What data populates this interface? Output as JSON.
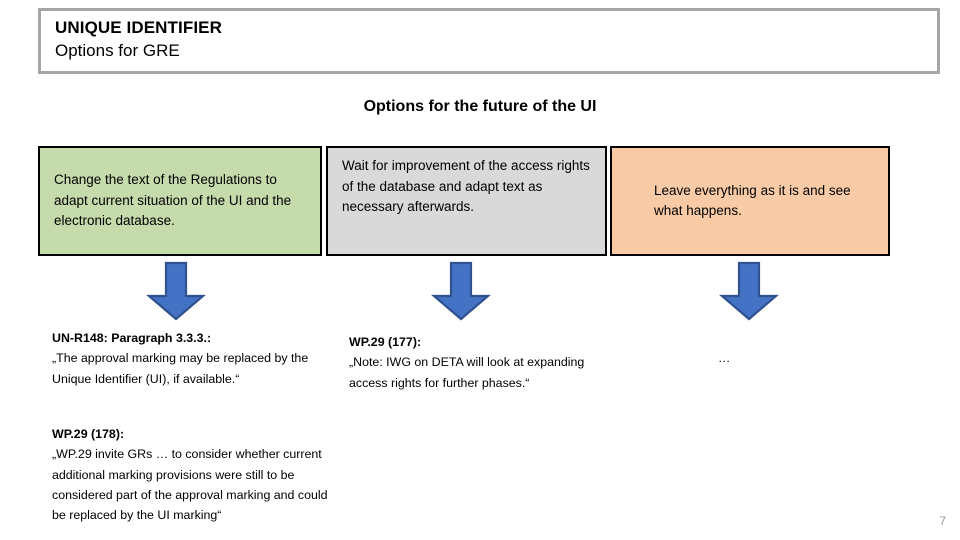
{
  "slide": {
    "page_number": "7",
    "title": {
      "line1": "UNIQUE IDENTIFIER",
      "line2": "Options for GRE"
    },
    "section_heading": "Options for the future of the UI",
    "options": [
      {
        "id": "change-regulations",
        "text": "Change the text of the Regulations to adapt current situation of the UI and the electronic database.",
        "color": "#c6dbac"
      },
      {
        "id": "wait-improvement",
        "text": "Wait for improvement of the access rights of the database and adapt text as necessary afterwards.",
        "color": "#d9d9d9"
      },
      {
        "id": "leave-everything",
        "text": "Leave everything as it is and see what happens.",
        "color": "#f8cba6"
      }
    ],
    "arrows": {
      "icon": "arrow-down-icon",
      "fill": "#4472c4",
      "stroke": "#2f528f",
      "count": 3
    },
    "notes": {
      "left": [
        {
          "title": "UN-R148: Paragraph 3.3.3.:",
          "body": "„The approval marking may be replaced by the Unique Identifier (UI), if available.“"
        },
        {
          "title": "WP.29 (178):",
          "body": "„WP.29 invite GRs … to consider whether current additional marking provisions were still to be considered part of the approval marking and could be replaced by the UI marking“"
        }
      ],
      "middle": [
        {
          "title": "WP.29 (177):",
          "body": "„Note: IWG on DETA will look at expanding access rights for further phases.“"
        }
      ],
      "right": [
        {
          "title": "",
          "body": "…"
        }
      ]
    }
  }
}
